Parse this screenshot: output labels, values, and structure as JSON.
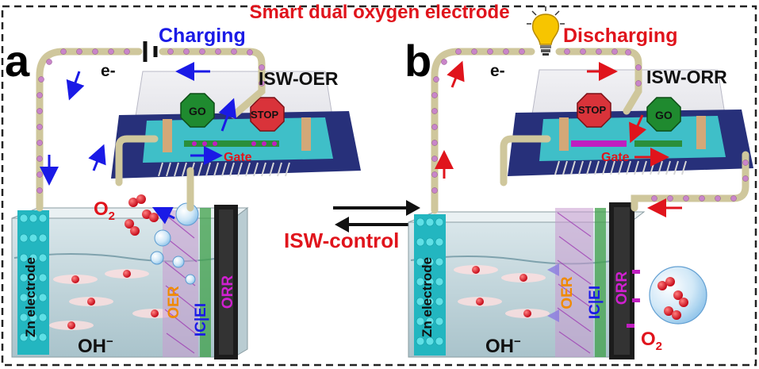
{
  "title": "Smart dual oxygen electrode",
  "colors": {
    "red": "#e0141c",
    "blue": "#1a1ae6",
    "orange": "#f08a00",
    "magenta": "#d020d0",
    "stop": "#d9333a",
    "go": "#1f8a2f",
    "wire": "#cfc79c",
    "bead": "#c985c9"
  },
  "panel_a": {
    "label": "a",
    "mode": "Charging",
    "switch_label": "ISW-OER",
    "electron": "e-",
    "go_sign": "GO",
    "stop_sign": "STOP",
    "gate": "Gate",
    "gas": "O",
    "gas_sub": "2",
    "electrolyte": "OH",
    "electrolyte_sup": "−",
    "zn_label": "Zn electrode",
    "layer_oer": "OER",
    "layer_ic": "IC|EI",
    "layer_orr": "ORR"
  },
  "panel_b": {
    "label": "b",
    "mode": "Discharging",
    "switch_label": "ISW-ORR",
    "electron": "e-",
    "go_sign": "GO",
    "stop_sign": "STOP",
    "gate": "Gate",
    "gas": "O",
    "gas_sub": "2",
    "electrolyte": "OH",
    "electrolyte_sup": "−",
    "zn_label": "Zn electrode",
    "layer_oer": "OER",
    "layer_ic": "IC|EI",
    "layer_orr": "ORR"
  },
  "center_label": "ISW-control",
  "icons": [
    "battery-icon",
    "lightbulb-icon",
    "stop-sign-icon",
    "go-sign-icon",
    "bubble-icon"
  ]
}
